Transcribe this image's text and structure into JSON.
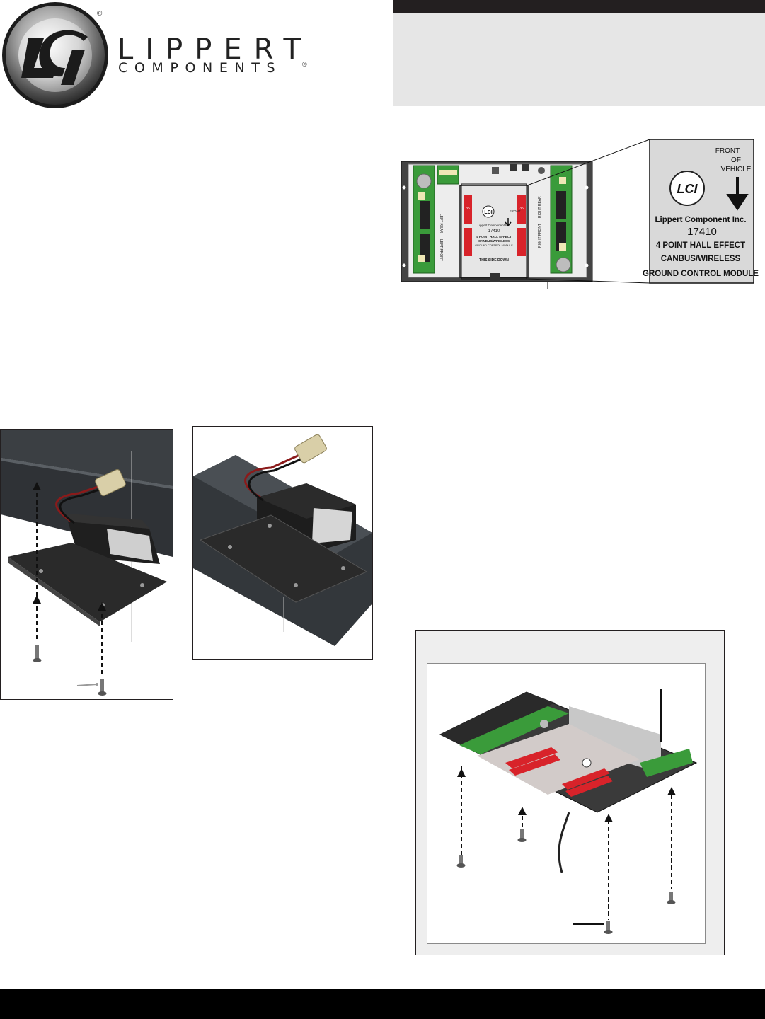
{
  "header": {
    "brand_line1": "LIPPERT",
    "brand_line2": "COMPONENTS",
    "registered_mark": "®",
    "logo_mark": "LCI"
  },
  "figure_label_zoom": {
    "front": "FRONT",
    "of": "OF",
    "vehicle": "VEHICLE",
    "company": "Lippert Component Inc.",
    "part_number": "17410",
    "line1": "4 POINT HALL EFFECT",
    "line2": "CANBUS/WIRELESS",
    "line3": "GROUND CONTROL MODULE"
  },
  "figure_module_board": {
    "side_label": "THIS SIDE DOWN",
    "left_rear": "LEFT REAR",
    "left_front": "LEFT FRONT",
    "right_rear": "RIGHT REAR",
    "right_front": "RIGHT FRONT",
    "fuse_rating": "35"
  },
  "colors": {
    "accent_dark": "#231f20",
    "header_gray": "#e6e6e6",
    "board_green": "#3a9b3a",
    "fuse_red": "#d8232a",
    "frame_rail": "#3b3f43"
  }
}
